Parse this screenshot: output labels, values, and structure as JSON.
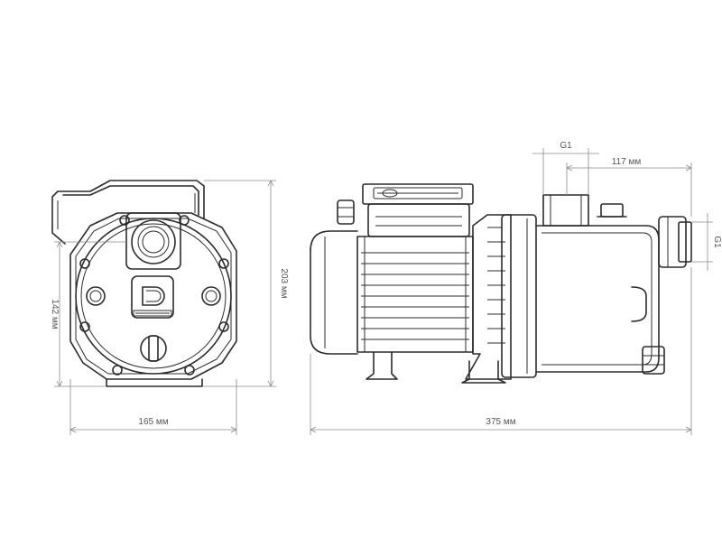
{
  "dimensions": {
    "front_width": "165 мм",
    "front_height": "203 мм",
    "front_axis_height": "142 мм",
    "side_length": "375 мм",
    "outlet_offset": "117 мм",
    "outlet_thread": "G1",
    "inlet_thread": "G1"
  },
  "colors": {
    "line": "#2b2b2b",
    "dimension": "#8a8a8a"
  }
}
